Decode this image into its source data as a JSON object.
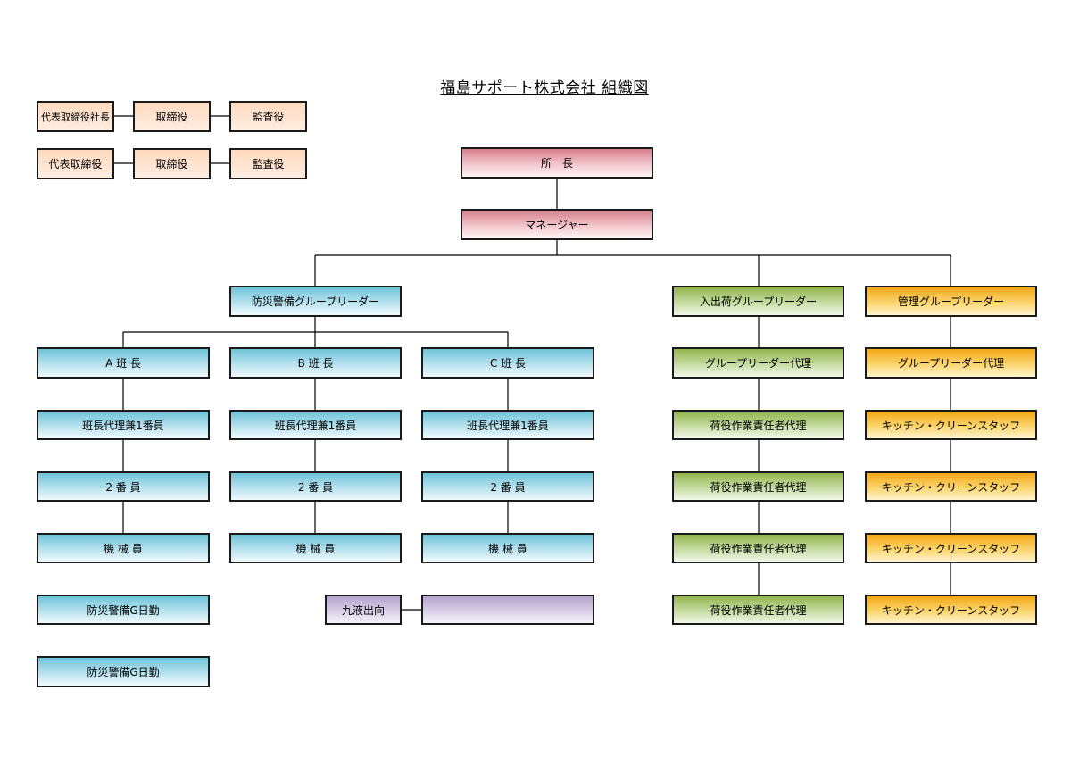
{
  "title": "福島サポート株式会社 組織図",
  "board": {
    "row1": [
      "代表取締役社長",
      "取締役",
      "監査役"
    ],
    "row2": [
      "代表取締役",
      "取締役",
      "監査役"
    ]
  },
  "top": {
    "director": "所　長",
    "manager": "マネージャー"
  },
  "groups": {
    "security": {
      "leader": "防災警備グループリーダー",
      "teams": [
        {
          "head": "A 班 長",
          "deputy": "班長代理兼1番員",
          "second": "2 番 員",
          "mechanic": "機 械 員"
        },
        {
          "head": "B 班 長",
          "deputy": "班長代理兼1番員",
          "second": "2 番 員",
          "mechanic": "機 械 員"
        },
        {
          "head": "C 班 長",
          "deputy": "班長代理兼1番員",
          "second": "2 番 員",
          "mechanic": "機 械 員"
        }
      ],
      "day_duty": [
        "防災警備G日勤",
        "防災警備G日勤"
      ],
      "secondment": {
        "label": "九液出向",
        "partner": ""
      }
    },
    "shipping": {
      "leader": "入出荷グループリーダー",
      "deputy": "グループリーダー代理",
      "staff": [
        "荷役作業責任者代理",
        "荷役作業責任者代理",
        "荷役作業責任者代理",
        "荷役作業責任者代理"
      ]
    },
    "management": {
      "leader": "管理グループリーダー",
      "deputy": "グループリーダー代理",
      "staff": [
        "キッチン・クリーンスタッフ",
        "キッチン・クリーンスタッフ",
        "キッチン・クリーンスタッフ",
        "キッチン・クリーンスタッフ"
      ]
    }
  },
  "colors": {
    "board": "#ffe4d0",
    "executive": "#e8a8b1",
    "security": "#8fd0e2",
    "shipping": "#b2cf86",
    "management": "#f8c440",
    "secondment": "#cbbfe0"
  }
}
